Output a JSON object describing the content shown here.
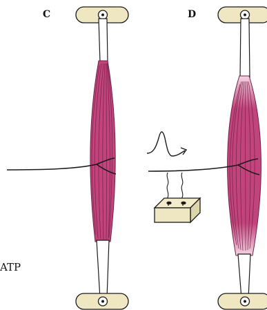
{
  "panels": [
    {
      "label": "C"
    },
    {
      "label": "D"
    }
  ],
  "side_text": "ATP",
  "colors": {
    "muscle": "#c2447c",
    "muscle_light": "#f3c7db",
    "muscle_fiber": "#6e2145",
    "tendon": "#ffffff",
    "clamp": "#efe7c2",
    "stimulator": "#f2ecca",
    "line": "#1a1a1a"
  }
}
